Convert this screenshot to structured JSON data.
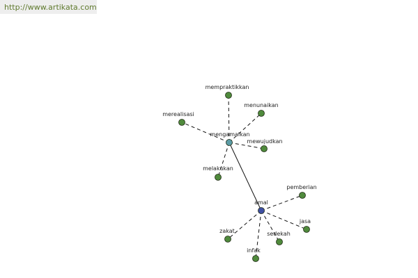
{
  "source_url": "http://www.artikata.com",
  "colors": {
    "hub_main": "#3f4fa3",
    "hub_secondary": "#5c9ca6",
    "leaf": "#4f8a3c",
    "edge": "#111111",
    "url_text": "#5f7a2d"
  },
  "graph": {
    "nodes": [
      {
        "id": "amal",
        "label": "amal",
        "kind": "hub-main"
      },
      {
        "id": "mengamalkan",
        "label": "mengamalkan",
        "kind": "hub-secondary"
      },
      {
        "id": "mempraktikkan",
        "label": "mempraktikkan",
        "kind": "leaf"
      },
      {
        "id": "menunaikan",
        "label": "menunaikan",
        "kind": "leaf"
      },
      {
        "id": "merealisasi",
        "label": "merealisasi",
        "kind": "leaf"
      },
      {
        "id": "mewujudkan",
        "label": "mewujudkan",
        "kind": "leaf"
      },
      {
        "id": "melakukan",
        "label": "melakukan",
        "kind": "leaf"
      },
      {
        "id": "pemberian",
        "label": "pemberian",
        "kind": "leaf"
      },
      {
        "id": "jasa",
        "label": "jasa",
        "kind": "leaf"
      },
      {
        "id": "sedekah",
        "label": "sedekah",
        "kind": "leaf"
      },
      {
        "id": "infak",
        "label": "infak",
        "kind": "leaf"
      },
      {
        "id": "zakat",
        "label": "zakat",
        "kind": "leaf"
      }
    ],
    "edges": [
      {
        "from": "amal",
        "to": "mengamalkan",
        "style": "solid"
      },
      {
        "from": "mengamalkan",
        "to": "mempraktikkan",
        "style": "dashed"
      },
      {
        "from": "mengamalkan",
        "to": "menunaikan",
        "style": "dashed"
      },
      {
        "from": "mengamalkan",
        "to": "merealisasi",
        "style": "dashed"
      },
      {
        "from": "mengamalkan",
        "to": "mewujudkan",
        "style": "dashed"
      },
      {
        "from": "mengamalkan",
        "to": "melakukan",
        "style": "dashed"
      },
      {
        "from": "amal",
        "to": "pemberian",
        "style": "dashed"
      },
      {
        "from": "amal",
        "to": "jasa",
        "style": "dashed"
      },
      {
        "from": "amal",
        "to": "sedekah",
        "style": "dashed"
      },
      {
        "from": "amal",
        "to": "infak",
        "style": "dashed"
      },
      {
        "from": "amal",
        "to": "zakat",
        "style": "dashed"
      }
    ]
  }
}
